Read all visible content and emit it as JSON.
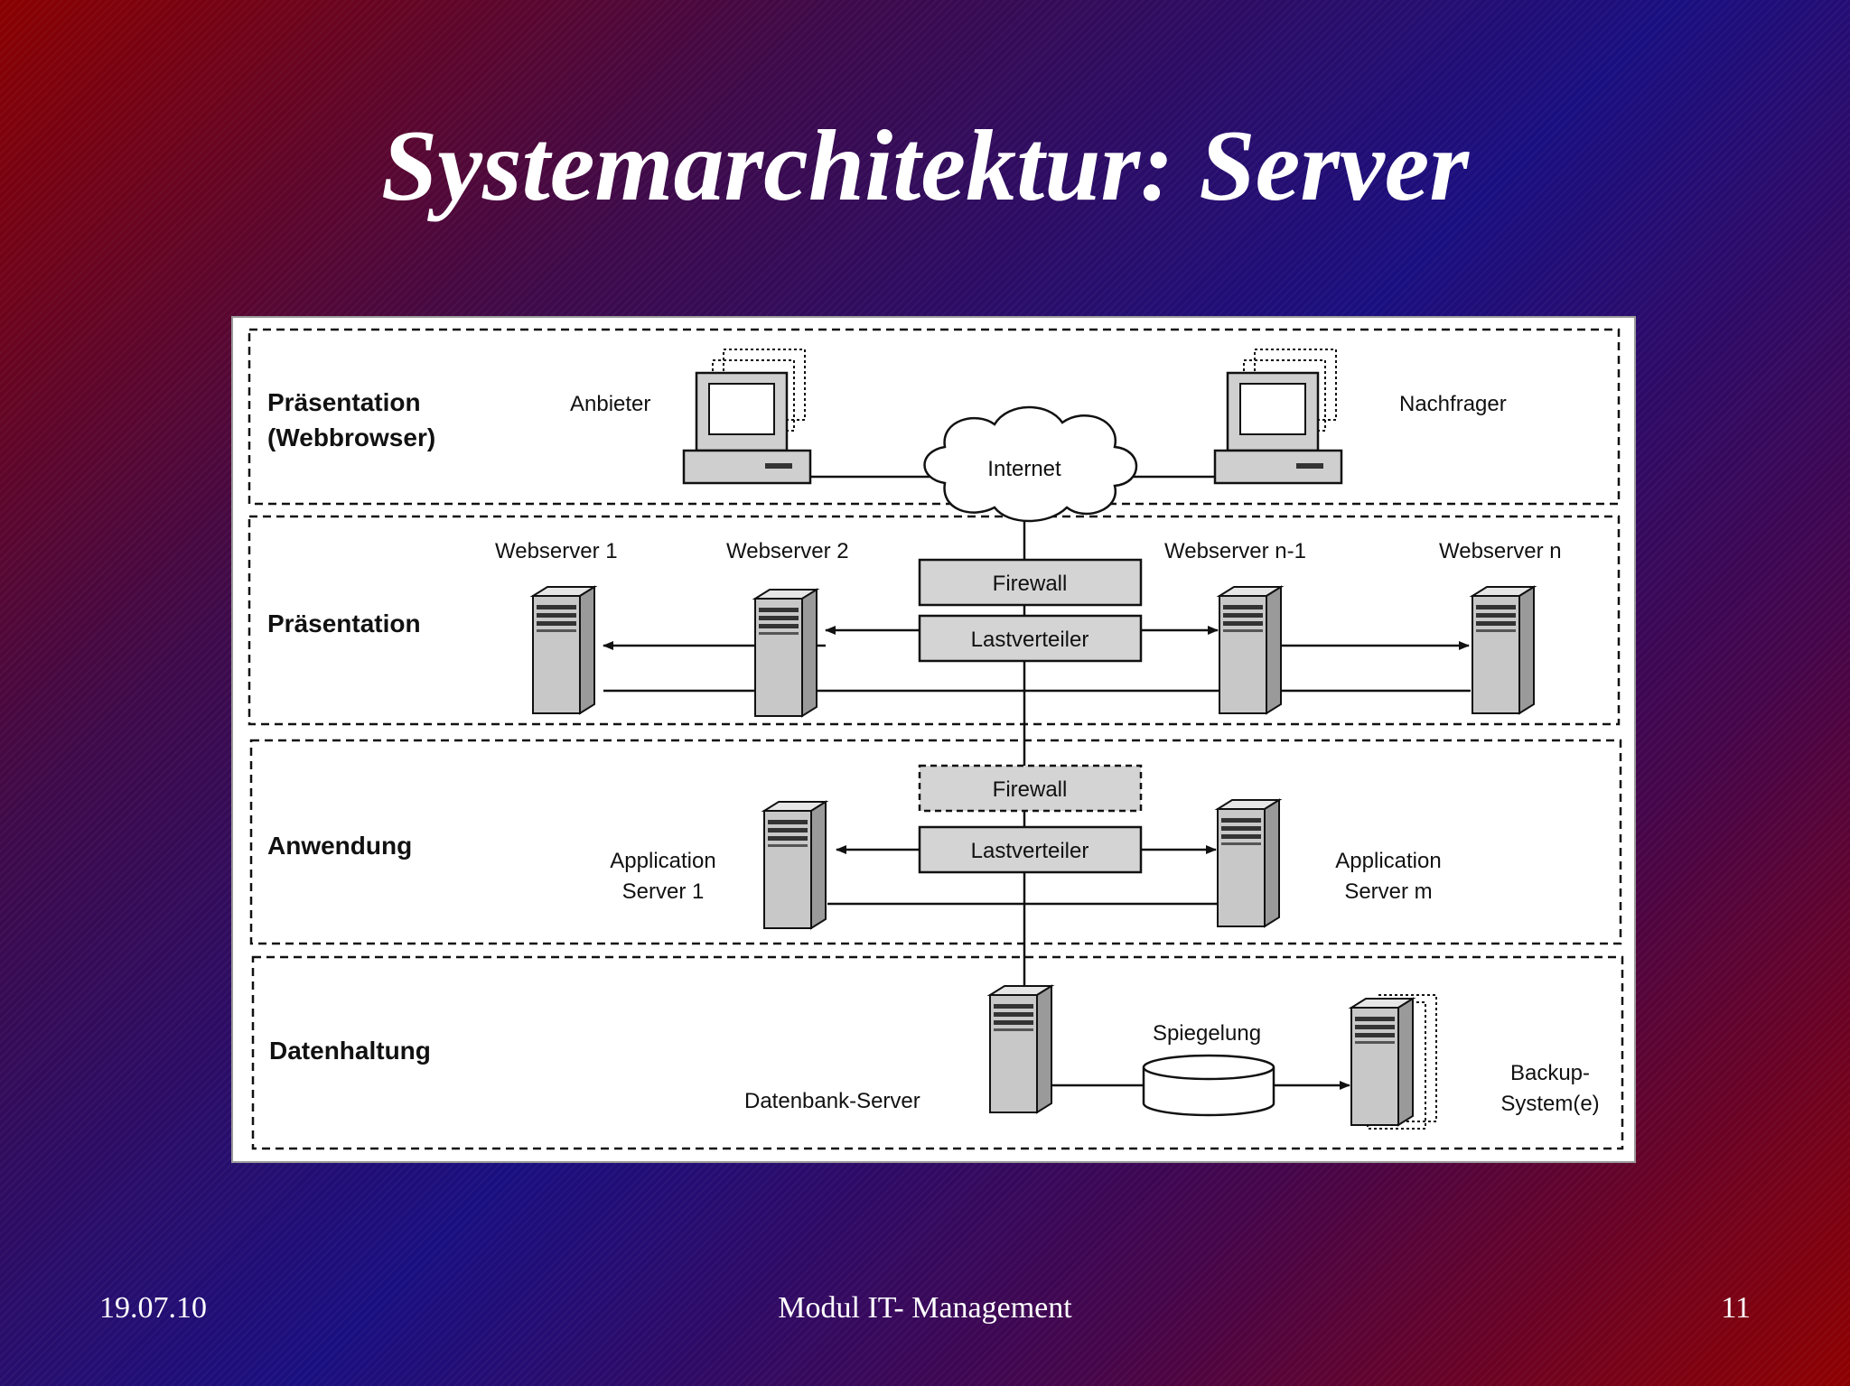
{
  "slide": {
    "title": "Systemarchitektur: Server",
    "footer_date": "19.07.10",
    "footer_center": "Modul IT- Management",
    "page_number": "11"
  },
  "diagram": {
    "layers": {
      "praesentation_webbrowser": [
        "Präsentation",
        "(Webbrowser)"
      ],
      "praesentation": "Präsentation",
      "anwendung": "Anwendung",
      "datenhaltung": "Datenhaltung"
    },
    "clients": {
      "anbieter": "Anbieter",
      "nachfrager": "Nachfrager",
      "internet": "Internet"
    },
    "webservers": {
      "ws1": "Webserver 1",
      "ws2": "Webserver 2",
      "wsn1": "Webserver n-1",
      "wsn": "Webserver n"
    },
    "boxes": {
      "firewall_1": "Firewall",
      "lastverteiler_1": "Lastverteiler",
      "firewall_2": "Firewall",
      "lastverteiler_2": "Lastverteiler"
    },
    "app_servers": {
      "as1": [
        "Application",
        "Server 1"
      ],
      "asm": [
        "Application",
        "Server m"
      ]
    },
    "data": {
      "db_server": "Datenbank-Server",
      "spiegelung": "Spiegelung",
      "backup": [
        "Backup-",
        "System(e)"
      ]
    },
    "colors": {
      "box_fill": "#d4d4d4",
      "server_front": "#c8c8c8",
      "server_side": "#9a9a9a",
      "line": "#111111"
    }
  }
}
